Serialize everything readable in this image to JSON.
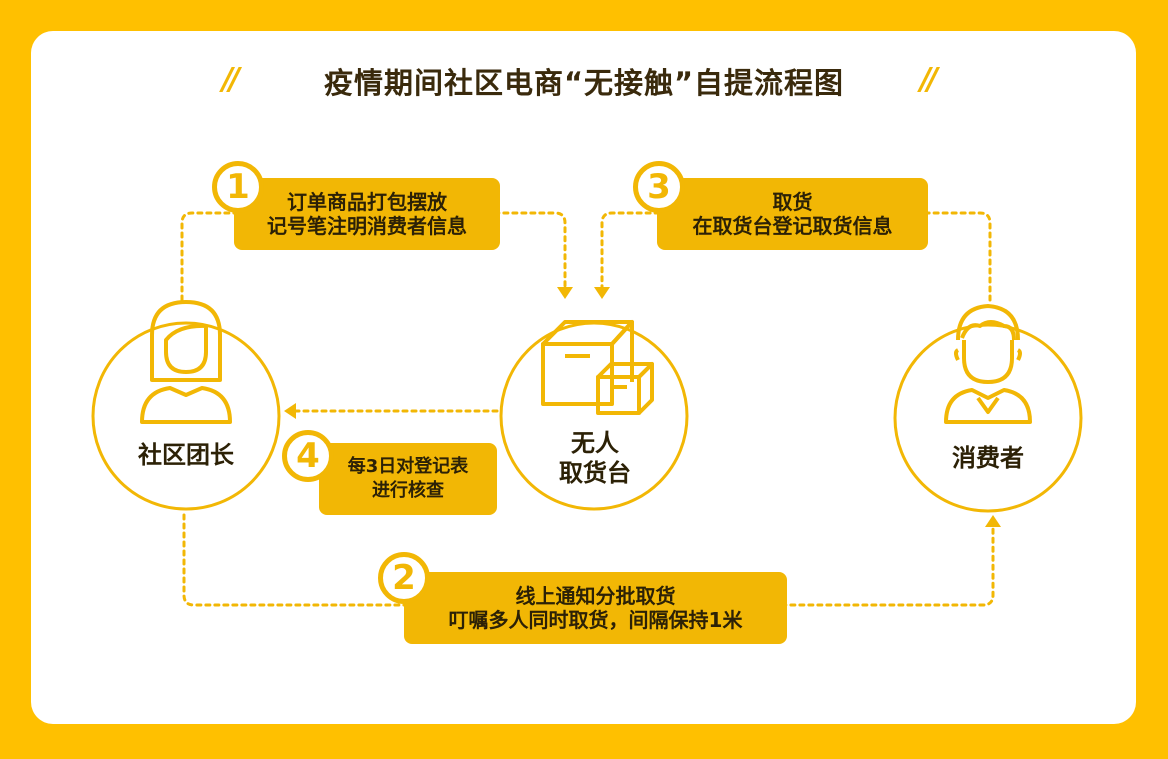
{
  "title": "疫情期间社区电商“无接触”自提流程图",
  "title_decoration": "//",
  "nodes": {
    "leader": "社区团长",
    "station_line1": "无人",
    "station_line2": "取货台",
    "consumer": "消费者"
  },
  "steps": [
    {
      "number": "1",
      "line1": "订单商品打包摆放",
      "line2": "记号笔注明消费者信息"
    },
    {
      "number": "2",
      "line1": "线上通知分批取货",
      "line2": "叮嘱多人同时取货，间隔保持1米"
    },
    {
      "number": "3",
      "line1": "取货",
      "line2": "在取货台登记取货信息"
    },
    {
      "number": "4",
      "line1": "每3日对登记表",
      "line2": "进行核查"
    }
  ],
  "colors": {
    "background": "#FFC000",
    "accent": "#F2B705",
    "text": "#2C2106"
  },
  "icons": [
    "woman-icon",
    "boxes-icon",
    "man-icon"
  ]
}
